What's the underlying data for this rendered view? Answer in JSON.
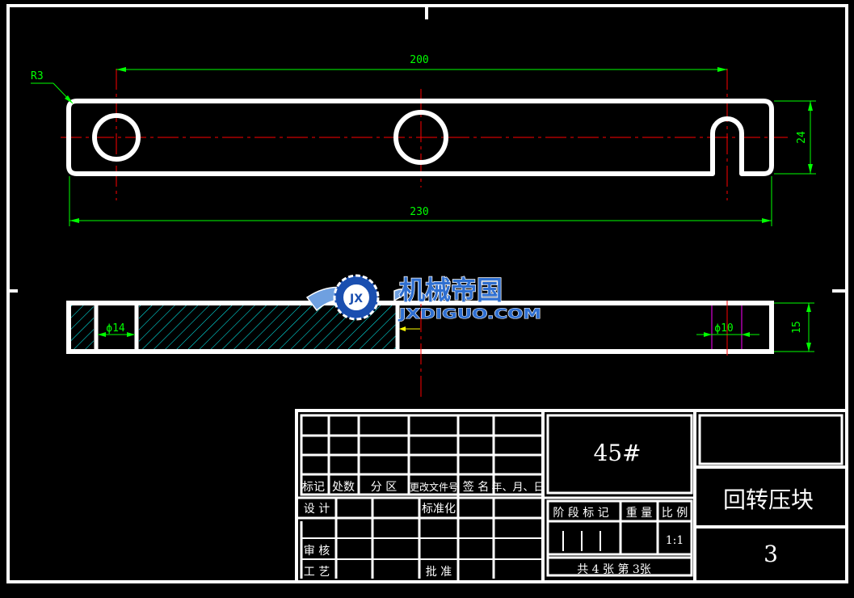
{
  "drawing": {
    "dimensions": {
      "radius": "R3",
      "pitch": "200",
      "overall_length": "230",
      "height": "24",
      "thickness": "15",
      "hole_left": "ϕ14",
      "hole_right": "ϕ10"
    },
    "colors": {
      "background": "#000000",
      "outline": "#ffffff",
      "dimension": "#00ff00",
      "centerline": "#ff0000",
      "hatch": "#00ffff"
    }
  },
  "watermark": {
    "chinese": "机械帝国",
    "english": "JXDIGUO.COM",
    "emblem": "JX"
  },
  "title_block": {
    "material": "45#",
    "part_name": "回转压块",
    "drawing_number": "3",
    "scale": "1:1",
    "labels": {
      "mark": "标记",
      "count": "处数",
      "zone": "分 区",
      "change_doc": "更改文件号",
      "signature": "签 名",
      "date": "年、月、日",
      "design": "设 计",
      "standardization": "标准化",
      "stage_mark": "阶 段 标 记",
      "weight": "重 量",
      "scale_label": "比 例",
      "review": "审 核",
      "process": "工 艺",
      "approve": "批 准",
      "sheets": "共 4 张  第  3张"
    }
  }
}
